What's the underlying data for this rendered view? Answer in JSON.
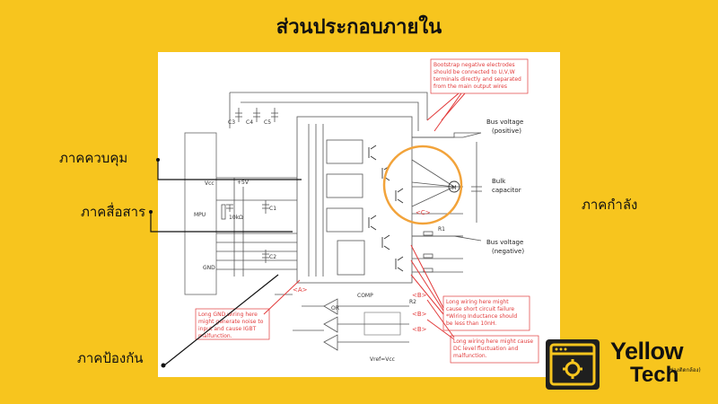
{
  "title": "ส่วนประกอบภายใน",
  "labels": {
    "control": "ภาคควบคุม",
    "communication": "ภาคสื่อสาร",
    "power": "ภาคกำลัง",
    "protection": "ภาคป้องกัน"
  },
  "diagram": {
    "mpu": "MPU",
    "vcc": "Vcc",
    "plus5v": "+5V",
    "r10k": "10kΩ",
    "gnd": "GND",
    "c1": "C1",
    "c2": "C2",
    "c3": "C3",
    "c4": "C4",
    "c5": "C5",
    "r1": "R1",
    "r2": "R2",
    "comp": "COMP",
    "or": "OR",
    "vref": "Vref=Vcc",
    "motor": "M",
    "bus_pos_1": "Bus voltage",
    "bus_pos_2": "(positive)",
    "bulk_1": "Bulk",
    "bulk_2": "capacitor",
    "bus_neg_1": "Bus voltage",
    "bus_neg_2": "(negative)",
    "mark_a": "<A>",
    "mark_b": "<B>",
    "mark_c": "<C>",
    "note_bootstrap_1": "Bootstrap negative electrodes",
    "note_bootstrap_2": "should be connected to U,V,W",
    "note_bootstrap_3": "terminals directly and separated",
    "note_bootstrap_4": "from the main output wires",
    "note_gnd_1": "Long GND wiring here",
    "note_gnd_2": "might generate noise to",
    "note_gnd_3": "input and cause IGBT",
    "note_gnd_4": "malfunction.",
    "note_short_1": "Long wiring here might",
    "note_short_2": "cause short circuit failure",
    "note_short_3": "*Wiring Inductance should",
    "note_short_4": "be less than 10nH.",
    "note_dc_1": "Long wiring here might cause",
    "note_dc_2": "DC level fluctuation and",
    "note_dc_3": "malfunction."
  },
  "logo": {
    "line1": "Yellow",
    "line2": "Tech",
    "sub": "(ช่างติดกล้อง)"
  }
}
